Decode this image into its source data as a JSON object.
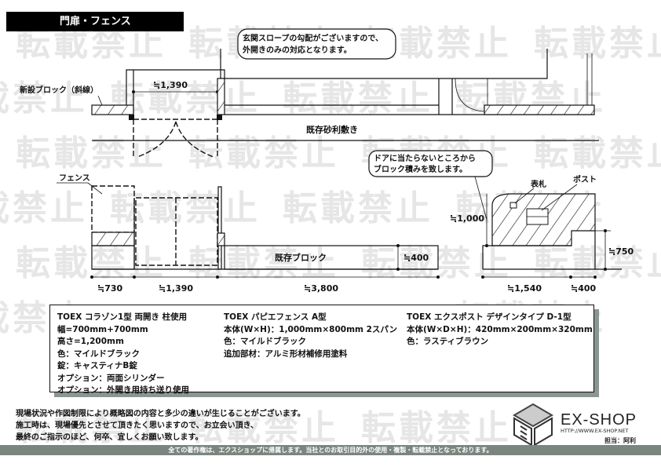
{
  "title": "門扉・フェンス",
  "watermark": "転載禁止",
  "plan": {
    "callout": [
      "玄関スロープの勾配がございますので、",
      "外開きのみの対応となります。"
    ],
    "new_block_label": "新設ブロック（斜線）",
    "gate_width": "≒1,390",
    "gravel_label": "既存砂利敷き"
  },
  "elevation": {
    "callout": [
      "ドアに当たらないところから",
      "ブロック積みを致します。"
    ],
    "fence_label": "フェンス",
    "nameplate_label": "表札",
    "post_label": "ポスト",
    "existing_block_label": "既存ブロック",
    "block_height": "≒400",
    "post_height": "≒1,000",
    "step_height": "≒750",
    "dims": [
      "≒730",
      "≒1,390",
      "≒3,800",
      "≒1,540",
      "≒400"
    ]
  },
  "specs": [
    [
      "TOEX コラゾン1型 両開き 柱使用",
      "幅=700mm+700mm",
      "高さ=1,200mm",
      "色：マイルドブラック",
      "錠：キャスティナB錠",
      "オプション：両面シリンダー",
      "オプション：外開き用持ち送り使用"
    ],
    [
      "TOEX パピエフェンス A型",
      "本体(W×H)：1,000mm×800mm 2スパン",
      "色：マイルドブラック",
      "追加部材：アルミ形材補修用塗料"
    ],
    [
      "TOEX エクスポスト デザインタイプ D-1型",
      "本体(W×D×H)：420mm×200mm×320mm",
      "色：ラスティブラウン"
    ]
  ],
  "notes": [
    "現場状況や作図制限により概略図の内容と多少の違いが生じることがございます。",
    "施工時は、現場優先とさせて頂きたく思いますので、お立会い頂き、",
    "最終のご指示のほど、何卒、宜しくお願い致します。"
  ],
  "logo": {
    "name": "EX-SHOP",
    "url": "HTTP://WWW.EX-SHOP.NET"
  },
  "staff": "担当：阿利",
  "footer": "全ての著作権は、エクスショップに帰属します。当社とのお取引目的外の使用・複製・転載禁止となっております。"
}
